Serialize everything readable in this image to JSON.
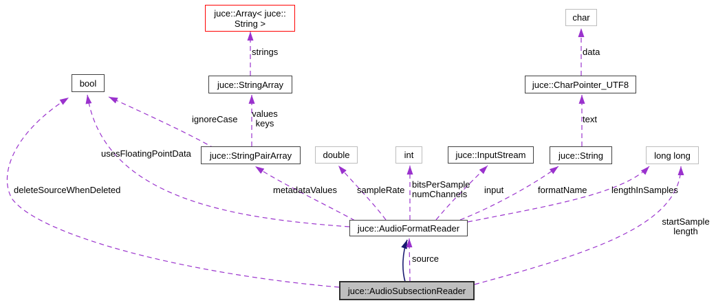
{
  "diagram_type": "doxygen-collaboration-graph",
  "colors": {
    "usage_edge": "#9a32cd",
    "inheritance_edge": "#191970",
    "node_border": "#404040",
    "builtin_node_border": "#bcbcbc",
    "truncated_node_border": "#ff0000",
    "current_node_fill": "#bfbfbf",
    "node_fill": "#ffffff"
  },
  "nodes": [
    {
      "id": "array-juce-string",
      "label": "juce::Array< juce::\nString >"
    },
    {
      "id": "char",
      "label": "char"
    },
    {
      "id": "bool",
      "label": "bool"
    },
    {
      "id": "string-array",
      "label": "juce::StringArray"
    },
    {
      "id": "char-pointer-utf8",
      "label": "juce::CharPointer_UTF8"
    },
    {
      "id": "string-pair-array",
      "label": "juce::StringPairArray"
    },
    {
      "id": "double",
      "label": "double"
    },
    {
      "id": "int",
      "label": "int"
    },
    {
      "id": "input-stream",
      "label": "juce::InputStream"
    },
    {
      "id": "string",
      "label": "juce::String"
    },
    {
      "id": "long-long",
      "label": "long long"
    },
    {
      "id": "audio-format-reader",
      "label": "juce::AudioFormatReader"
    },
    {
      "id": "audio-subsection-reader",
      "label": "juce::AudioSubsectionReader"
    }
  ],
  "edge_labels": [
    {
      "id": "strings",
      "text": "strings"
    },
    {
      "id": "data",
      "text": "data"
    },
    {
      "id": "values-keys",
      "text": "values\nkeys"
    },
    {
      "id": "ignore-case",
      "text": "ignoreCase"
    },
    {
      "id": "text",
      "text": "text"
    },
    {
      "id": "uses-floating-point-data",
      "text": "usesFloatingPointData"
    },
    {
      "id": "delete-source-when-deleted",
      "text": "deleteSourceWhenDeleted"
    },
    {
      "id": "metadata-values",
      "text": "metadataValues"
    },
    {
      "id": "sample-rate",
      "text": "sampleRate"
    },
    {
      "id": "bits-per-sample-num-channels",
      "text": "bitsPerSample\nnumChannels"
    },
    {
      "id": "input",
      "text": "input"
    },
    {
      "id": "format-name",
      "text": "formatName"
    },
    {
      "id": "length-in-samples",
      "text": "lengthInSamples"
    },
    {
      "id": "start-sample-length",
      "text": "startSample\nlength"
    },
    {
      "id": "source",
      "text": "source"
    }
  ]
}
